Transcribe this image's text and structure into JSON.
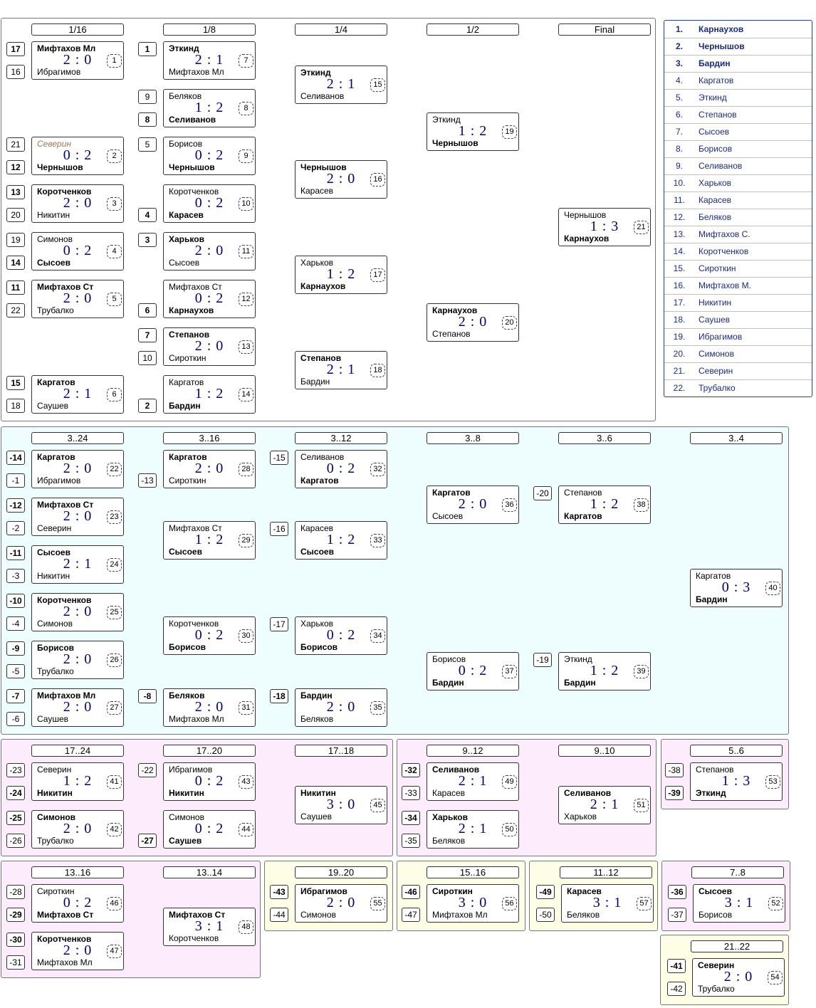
{
  "colors": {
    "panel_main": "#ffffff",
    "panel_cyan": "#eefefe",
    "panel_pink": "#fcecfc",
    "panel_yellow": "#fefee6",
    "score": "#000080",
    "ranking_text": "#1a2a8a"
  },
  "ranking": [
    {
      "place": "1.",
      "name": "Карнаухов"
    },
    {
      "place": "2.",
      "name": "Чернышов"
    },
    {
      "place": "3.",
      "name": "Бардин"
    },
    {
      "place": "4.",
      "name": "Каргатов"
    },
    {
      "place": "5.",
      "name": "Эткинд"
    },
    {
      "place": "6.",
      "name": "Степанов"
    },
    {
      "place": "7.",
      "name": "Сысоев"
    },
    {
      "place": "8.",
      "name": "Борисов"
    },
    {
      "place": "9.",
      "name": "Селиванов"
    },
    {
      "place": "10.",
      "name": "Харьков"
    },
    {
      "place": "11.",
      "name": "Карасев"
    },
    {
      "place": "12.",
      "name": "Беляков"
    },
    {
      "place": "13.",
      "name": "Мифтахов С."
    },
    {
      "place": "14.",
      "name": "Коротченков"
    },
    {
      "place": "15.",
      "name": "Сироткин"
    },
    {
      "place": "16.",
      "name": "Мифтахов М."
    },
    {
      "place": "17.",
      "name": "Никитин"
    },
    {
      "place": "18.",
      "name": "Саушев"
    },
    {
      "place": "19.",
      "name": "Ибрагимов"
    },
    {
      "place": "20.",
      "name": "Симонов"
    },
    {
      "place": "21.",
      "name": "Северин"
    },
    {
      "place": "22.",
      "name": "Трубалко"
    }
  ],
  "headers": [
    "1/16",
    "1/8",
    "1/4",
    "1/2",
    "Final",
    "3..24",
    "3..16",
    "3..12",
    "3..8",
    "3..6",
    "3..4",
    "17..24",
    "17..20",
    "17..18",
    "9..12",
    "9..10",
    "5..6",
    "13..16",
    "13..14",
    "19..20",
    "15..16",
    "11..12",
    "7..8",
    "21..22"
  ],
  "matches": [
    {
      "id": "1",
      "top": "Мифтахов Мл",
      "bot": "Ибрагимов",
      "score": "2 : 0",
      "win": "top",
      "seed_top": "17",
      "seed_bot": "16"
    },
    {
      "id": "2",
      "top": "Северин",
      "bot": "Чернышов",
      "score": "0 : 2",
      "win": "bot",
      "seed_top": "21",
      "seed_bot": "12",
      "walkover": "top"
    },
    {
      "id": "3",
      "top": "Коротченков",
      "bot": "Никитин",
      "score": "2 : 0",
      "win": "top",
      "seed_top": "13",
      "seed_bot": "20"
    },
    {
      "id": "4",
      "top": "Симонов",
      "bot": "Сысоев",
      "score": "0 : 2",
      "win": "bot",
      "seed_top": "19",
      "seed_bot": "14"
    },
    {
      "id": "5",
      "top": "Мифтахов Ст",
      "bot": "Трубалко",
      "score": "2 : 0",
      "win": "top",
      "seed_top": "11",
      "seed_bot": "22"
    },
    {
      "id": "6",
      "top": "Каргатов",
      "bot": "Саушев",
      "score": "2 : 1",
      "win": "top",
      "seed_top": "15",
      "seed_bot": "18"
    },
    {
      "id": "7",
      "top": "Эткинд",
      "bot": "Мифтахов Мл",
      "score": "2 : 1",
      "win": "top",
      "seed_top": "1"
    },
    {
      "id": "8",
      "top": "Беляков",
      "bot": "Селиванов",
      "score": "1 : 2",
      "win": "bot",
      "seed_top": "9",
      "seed_bot": "8"
    },
    {
      "id": "9",
      "top": "Борисов",
      "bot": "Чернышов",
      "score": "0 : 2",
      "win": "bot",
      "seed_top": "5"
    },
    {
      "id": "10",
      "top": "Коротченков",
      "bot": "Карасев",
      "score": "0 : 2",
      "win": "bot",
      "seed_bot": "4"
    },
    {
      "id": "11",
      "top": "Харьков",
      "bot": "Сысоев",
      "score": "2 : 0",
      "win": "top",
      "seed_top": "3"
    },
    {
      "id": "12",
      "top": "Мифтахов Ст",
      "bot": "Карнаухов",
      "score": "0 : 2",
      "win": "bot",
      "seed_bot": "6"
    },
    {
      "id": "13",
      "top": "Степанов",
      "bot": "Сироткин",
      "score": "2 : 0",
      "win": "top",
      "seed_top": "7",
      "seed_bot": "10"
    },
    {
      "id": "14",
      "top": "Каргатов",
      "bot": "Бардин",
      "score": "1 : 2",
      "win": "bot",
      "seed_bot": "2"
    },
    {
      "id": "15",
      "top": "Эткинд",
      "bot": "Селиванов",
      "score": "2 : 1",
      "win": "top"
    },
    {
      "id": "16",
      "top": "Чернышов",
      "bot": "Карасев",
      "score": "2 : 0",
      "win": "top"
    },
    {
      "id": "17",
      "top": "Харьков",
      "bot": "Карнаухов",
      "score": "1 : 2",
      "win": "bot"
    },
    {
      "id": "18",
      "top": "Степанов",
      "bot": "Бардин",
      "score": "2 : 1",
      "win": "top"
    },
    {
      "id": "19",
      "top": "Эткинд",
      "bot": "Чернышов",
      "score": "1 : 2",
      "win": "bot"
    },
    {
      "id": "20",
      "top": "Карнаухов",
      "bot": "Степанов",
      "score": "2 : 0",
      "win": "top"
    },
    {
      "id": "21",
      "top": "Чернышов",
      "bot": "Карнаухов",
      "score": "1 : 3",
      "win": "bot"
    },
    {
      "id": "22",
      "top": "Каргатов",
      "bot": "Ибрагимов",
      "score": "2 : 0",
      "win": "top",
      "seed_top": "-14",
      "seed_bot": "-1"
    },
    {
      "id": "23",
      "top": "Мифтахов Ст",
      "bot": "Северин",
      "score": "2 : 0",
      "win": "top",
      "seed_top": "-12",
      "seed_bot": "-2"
    },
    {
      "id": "24",
      "top": "Сысоев",
      "bot": "Никитин",
      "score": "2 : 1",
      "win": "top",
      "seed_top": "-11",
      "seed_bot": "-3"
    },
    {
      "id": "25",
      "top": "Коротченков",
      "bot": "Симонов",
      "score": "2 : 0",
      "win": "top",
      "seed_top": "-10",
      "seed_bot": "-4"
    },
    {
      "id": "26",
      "top": "Борисов",
      "bot": "Трубалко",
      "score": "2 : 0",
      "win": "top",
      "seed_top": "-9",
      "seed_bot": "-5"
    },
    {
      "id": "27",
      "top": "Мифтахов Мл",
      "bot": "Саушев",
      "score": "2 : 0",
      "win": "top",
      "seed_top": "-7",
      "seed_bot": "-6"
    },
    {
      "id": "28",
      "top": "Каргатов",
      "bot": "Сироткин",
      "score": "2 : 0",
      "win": "top",
      "seed_bot": "-13"
    },
    {
      "id": "29",
      "top": "Мифтахов Ст",
      "bot": "Сысоев",
      "score": "1 : 2",
      "win": "bot"
    },
    {
      "id": "30",
      "top": "Коротченков",
      "bot": "Борисов",
      "score": "0 : 2",
      "win": "bot"
    },
    {
      "id": "31",
      "top": "Беляков",
      "bot": "Мифтахов Мл",
      "score": "2 : 0",
      "win": "top",
      "seed_top": "-8"
    },
    {
      "id": "32",
      "top": "Селиванов",
      "bot": "Каргатов",
      "score": "0 : 2",
      "win": "bot",
      "seed_top": "-15"
    },
    {
      "id": "33",
      "top": "Карасев",
      "bot": "Сысоев",
      "score": "1 : 2",
      "win": "bot",
      "seed_top": "-16"
    },
    {
      "id": "34",
      "top": "Харьков",
      "bot": "Борисов",
      "score": "0 : 2",
      "win": "bot",
      "seed_top": "-17"
    },
    {
      "id": "35",
      "top": "Бардин",
      "bot": "Беляков",
      "score": "2 : 0",
      "win": "top",
      "seed_top": "-18"
    },
    {
      "id": "36",
      "top": "Каргатов",
      "bot": "Сысоев",
      "score": "2 : 0",
      "win": "top"
    },
    {
      "id": "37",
      "top": "Борисов",
      "bot": "Бардин",
      "score": "0 : 2",
      "win": "bot"
    },
    {
      "id": "38",
      "top": "Степанов",
      "bot": "Каргатов",
      "score": "1 : 2",
      "win": "bot",
      "seed_top": "-20"
    },
    {
      "id": "39",
      "top": "Эткинд",
      "bot": "Бардин",
      "score": "1 : 2",
      "win": "bot",
      "seed_top": "-19"
    },
    {
      "id": "40",
      "top": "Каргатов",
      "bot": "Бардин",
      "score": "0 : 3",
      "win": "bot"
    },
    {
      "id": "41",
      "top": "Северин",
      "bot": "Никитин",
      "score": "1 : 2",
      "win": "bot",
      "seed_top": "-23",
      "seed_bot": "-24"
    },
    {
      "id": "42",
      "top": "Симонов",
      "bot": "Трубалко",
      "score": "2 : 0",
      "win": "top",
      "seed_top": "-25",
      "seed_bot": "-26"
    },
    {
      "id": "43",
      "top": "Ибрагимов",
      "bot": "Никитин",
      "score": "0 : 2",
      "win": "bot",
      "seed_top": "-22"
    },
    {
      "id": "44",
      "top": "Симонов",
      "bot": "Саушев",
      "score": "0 : 2",
      "win": "bot",
      "seed_bot": "-27"
    },
    {
      "id": "45",
      "top": "Никитин",
      "bot": "Саушев",
      "score": "3 : 0",
      "win": "top"
    },
    {
      "id": "49",
      "top": "Селиванов",
      "bot": "Карасев",
      "score": "2 : 1",
      "win": "top",
      "seed_top": "-32",
      "seed_bot": "-33"
    },
    {
      "id": "50",
      "top": "Харьков",
      "bot": "Беляков",
      "score": "2 : 1",
      "win": "top",
      "seed_top": "-34",
      "seed_bot": "-35"
    },
    {
      "id": "51",
      "top": "Селиванов",
      "bot": "Харьков",
      "score": "2 : 1",
      "win": "top"
    },
    {
      "id": "53",
      "top": "Степанов",
      "bot": "Эткинд",
      "score": "1 : 3",
      "win": "bot",
      "seed_top": "-38",
      "seed_bot": "-39"
    },
    {
      "id": "46",
      "top": "Сироткин",
      "bot": "Мифтахов Ст",
      "score": "0 : 2",
      "win": "bot",
      "seed_top": "-28",
      "seed_bot": "-29"
    },
    {
      "id": "47",
      "top": "Коротченков",
      "bot": "Мифтахов Мл",
      "score": "2 : 0",
      "win": "top",
      "seed_top": "-30",
      "seed_bot": "-31"
    },
    {
      "id": "48",
      "top": "Мифтахов Ст",
      "bot": "Коротченков",
      "score": "3 : 1",
      "win": "top"
    },
    {
      "id": "55",
      "top": "Ибрагимов",
      "bot": "Симонов",
      "score": "2 : 0",
      "win": "top",
      "seed_top": "-43",
      "seed_bot": "-44"
    },
    {
      "id": "56",
      "top": "Сироткин",
      "bot": "Мифтахов Мл",
      "score": "3 : 0",
      "win": "top",
      "seed_top": "-46",
      "seed_bot": "-47"
    },
    {
      "id": "57",
      "top": "Карасев",
      "bot": "Беляков",
      "score": "3 : 1",
      "win": "top",
      "seed_top": "-49",
      "seed_bot": "-50"
    },
    {
      "id": "52",
      "top": "Сысоев",
      "bot": "Борисов",
      "score": "3 : 1",
      "win": "top",
      "seed_top": "-36",
      "seed_bot": "-37"
    },
    {
      "id": "54",
      "top": "Северин",
      "bot": "Трубалко",
      "score": "2 : 0",
      "win": "top",
      "seed_top": "-41",
      "seed_bot": "-42"
    }
  ]
}
